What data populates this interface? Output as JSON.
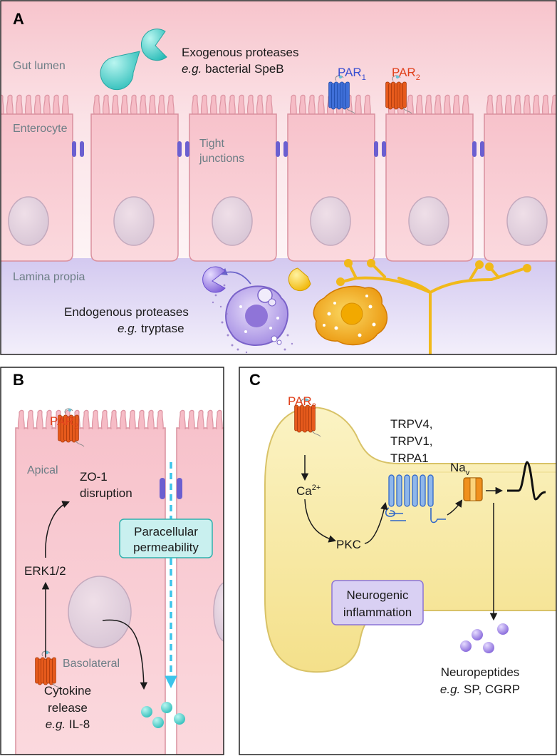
{
  "panel_a": {
    "letter": "A",
    "gut_lumen": "Gut lumen",
    "exo_line1": "Exogenous proteases",
    "exo_line2_it": "e.g.",
    "exo_line2_rest": " bacterial SpeB",
    "par1_main": "PAR",
    "par1_sub": "1",
    "par2_main": "PAR",
    "par2_sub": "2",
    "enterocyte": "Enterocyte",
    "tight_line1": "Tight",
    "tight_line2": "junctions",
    "lamina": "Lamina propia",
    "endo_line1": "Endogenous proteases",
    "endo_line2_it": "e.g.",
    "endo_line2_rest": " tryptase"
  },
  "panel_b": {
    "letter": "B",
    "par2_main": "PAR",
    "par2_sub": "2",
    "apical": "Apical",
    "zo1_line1": "ZO-1",
    "zo1_line2": "disruption",
    "para_line1": "Paracellular",
    "para_line2": "permeability",
    "erk": "ERK1/2",
    "basolateral": "Basolateral",
    "cyto_line1": "Cytokine",
    "cyto_line2": "release",
    "cyto_line3_it": "e.g.",
    "cyto_line3_rest": " IL-8"
  },
  "panel_c": {
    "letter": "C",
    "par2_main": "PAR",
    "par2_sub": "2",
    "trp_line1": "TRPV4,",
    "trp_line2": "TRPV1,",
    "trp_line3": "TRPA1",
    "nav_main": "Na",
    "nav_sub": "v",
    "ca_main": "Ca",
    "ca_sup": "2+",
    "pkc": "PKC",
    "neuro_line1": "Neurogenic",
    "neuro_line2": "inflammation",
    "np_line1": "Neuropeptides",
    "np_line2_it": "e.g.",
    "np_line2_rest": " SP, CGRP"
  },
  "colors": {
    "cell_pink": "#f9cfd6",
    "lumen_pink": "#fbe0e4",
    "lamina_lilac": "#ddd5f2",
    "par1_blue": "#3f6fd8",
    "par2_orange": "#e65a1c",
    "par1_label": "#3a4fd1",
    "par2_label": "#e0411c",
    "neuron_yellow": "#f7e9a0",
    "nerve_gold": "#f1b91a",
    "teal_box": "#c9f0ef",
    "lilac_box": "#d9d0f3"
  }
}
